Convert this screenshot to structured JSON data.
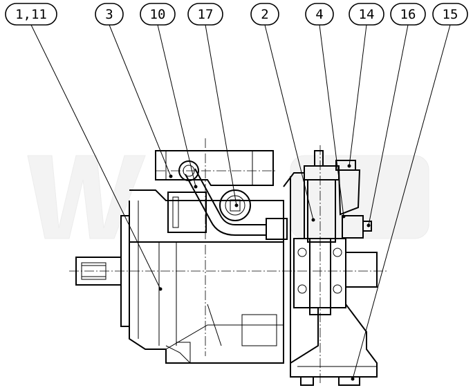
{
  "callouts": [
    {
      "label": "1,11"
    },
    {
      "label": "3"
    },
    {
      "label": "10"
    },
    {
      "label": "17"
    },
    {
      "label": "2"
    },
    {
      "label": "4"
    },
    {
      "label": "14"
    },
    {
      "label": "16"
    },
    {
      "label": "15"
    }
  ],
  "colors": {
    "line": "#000000",
    "watermark": "#f2f2f2"
  }
}
